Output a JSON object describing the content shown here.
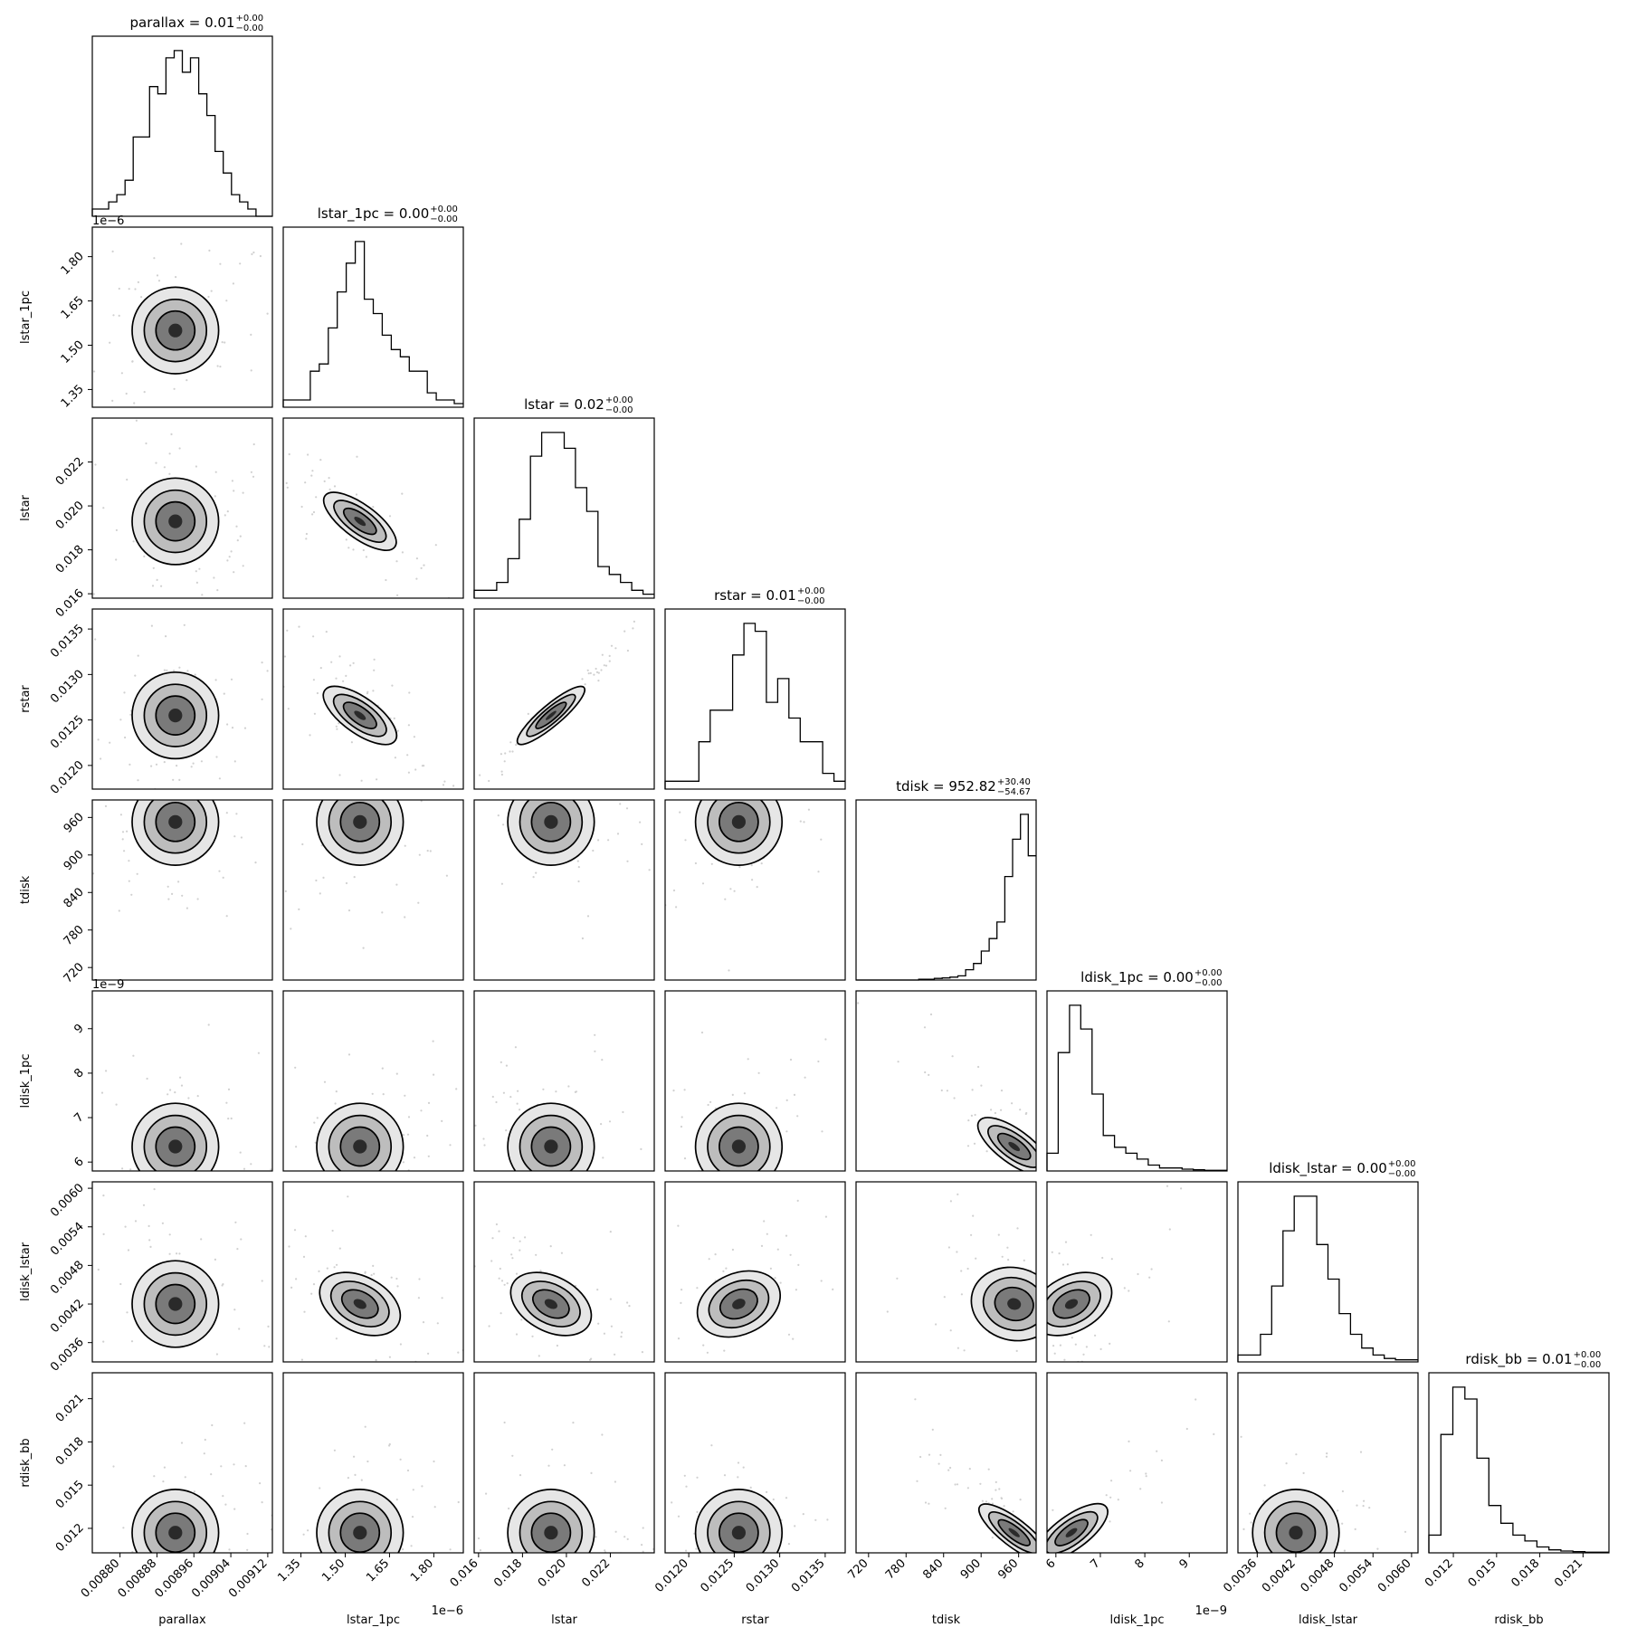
{
  "chart_data": {
    "type": "corner",
    "parameters": [
      {
        "name": "parallax",
        "title": "parallax = 0.01",
        "sup": "+0.00",
        "sub": "−0.00",
        "ticks": [
          "0.00880",
          "0.00888",
          "0.00896",
          "0.00904",
          "0.00912"
        ],
        "tick_values": [
          0.0088,
          0.00888,
          0.00896,
          0.00904,
          0.00912
        ],
        "range": [
          0.00874,
          0.00913
        ],
        "offset": "",
        "median": 0.00892,
        "hist": [
          1,
          1,
          2,
          3,
          5,
          11,
          11,
          18,
          17,
          22,
          23,
          20,
          22,
          17,
          14,
          9,
          6,
          3,
          2,
          1,
          0,
          0
        ]
      },
      {
        "name": "lstar_1pc",
        "title": "lstar_1pc = 0.00",
        "sup": "+0.00",
        "sub": "−0.00",
        "ticks": [
          "1.35",
          "1.50",
          "1.65",
          "1.80"
        ],
        "tick_values": [
          1.35,
          1.5,
          1.65,
          1.8
        ],
        "range": [
          1.29,
          1.9
        ],
        "offset": "1e−6",
        "median": 1.55,
        "hist": [
          1,
          1,
          1,
          5,
          6,
          11,
          16,
          20,
          23,
          15,
          13,
          10,
          8,
          7,
          5,
          5,
          2,
          1,
          1,
          0.5
        ]
      },
      {
        "name": "lstar",
        "title": "lstar = 0.02",
        "sup": "+0.00",
        "sub": "−0.00",
        "ticks": [
          "0.016",
          "0.018",
          "0.020",
          "0.022"
        ],
        "tick_values": [
          0.016,
          0.018,
          0.02,
          0.022
        ],
        "range": [
          0.0158,
          0.024
        ],
        "offset": "",
        "median": 0.0193,
        "hist": [
          1,
          1,
          2,
          5,
          10,
          18,
          21,
          21,
          19,
          14,
          11,
          4,
          3,
          2,
          1,
          0.5
        ]
      },
      {
        "name": "rstar",
        "title": "rstar = 0.01",
        "sup": "+0.00",
        "sub": "−0.00",
        "ticks": [
          "0.0120",
          "0.0125",
          "0.0130",
          "0.0135"
        ],
        "tick_values": [
          0.012,
          0.0125,
          0.013,
          0.0135
        ],
        "range": [
          0.01174,
          0.01372
        ],
        "offset": "",
        "median": 0.01255,
        "hist": [
          1,
          1,
          1,
          6,
          10,
          10,
          17,
          21,
          20,
          11,
          14,
          9,
          6,
          6,
          2,
          1
        ]
      },
      {
        "name": "tdisk",
        "title": "tdisk = 952.82",
        "sup": "+30.40",
        "sub": "−54.67",
        "ticks": [
          "720",
          "780",
          "840",
          "900",
          "960"
        ],
        "tick_values": [
          720,
          780,
          840,
          900,
          960
        ],
        "range": [
          700,
          988
        ],
        "offset": "",
        "median": 952.82,
        "hist": [
          0,
          0,
          0,
          0,
          0,
          0,
          0,
          0,
          0.2,
          0.2,
          0.4,
          0.5,
          0.7,
          1,
          2.5,
          4,
          7,
          10,
          14,
          25,
          34,
          40,
          30
        ]
      },
      {
        "name": "ldisk_1pc",
        "title": "ldisk_1pc = 0.00",
        "sup": "+0.00",
        "sub": "−0.00",
        "ticks": [
          "6",
          "7",
          "8",
          "9"
        ],
        "tick_values": [
          6,
          7,
          8,
          9
        ],
        "range": [
          5.8,
          9.85
        ],
        "offset": "1e−9",
        "median": 6.35,
        "hist": [
          3,
          20,
          28,
          24,
          13,
          6,
          4,
          3,
          2,
          1,
          0.5,
          0.5,
          0.3,
          0.2,
          0.1,
          0.1
        ]
      },
      {
        "name": "ldisk_lstar",
        "title": "ldisk_lstar = 0.00",
        "sup": "+0.00",
        "sub": "−0.00",
        "ticks": [
          "0.0036",
          "0.0042",
          "0.0048",
          "0.0054",
          "0.0060"
        ],
        "tick_values": [
          0.0036,
          0.0042,
          0.0048,
          0.0054,
          0.006
        ],
        "range": [
          0.0033,
          0.0061
        ],
        "offset": "",
        "median": 0.0042,
        "hist": [
          1,
          1,
          4,
          11,
          19,
          24,
          24,
          17,
          12,
          7,
          4,
          2,
          1,
          0.5,
          0.3,
          0.3
        ]
      },
      {
        "name": "rdisk_bb",
        "title": "rdisk_bb = 0.01",
        "sup": "+0.00",
        "sub": "−0.00",
        "ticks": [
          "0.012",
          "0.015",
          "0.018",
          "0.021"
        ],
        "tick_values": [
          0.012,
          0.015,
          0.018,
          0.021
        ],
        "range": [
          0.0103,
          0.0228
        ],
        "offset": "",
        "median": 0.0117,
        "hist": [
          3,
          20,
          28,
          26,
          16,
          8,
          5,
          3,
          2,
          1,
          0.5,
          0.3,
          0.2,
          0.1,
          0.1
        ]
      }
    ],
    "correlations": {
      "3-2": 0.99,
      "2-1": -0.85,
      "3-1": -0.83,
      "5-4": -0.85,
      "7-4": -0.9,
      "7-5": 0.85,
      "6-1": -0.6,
      "6-2": -0.6,
      "6-3": 0.5,
      "6-4": -0.3,
      "6-5": 0.6
    }
  }
}
